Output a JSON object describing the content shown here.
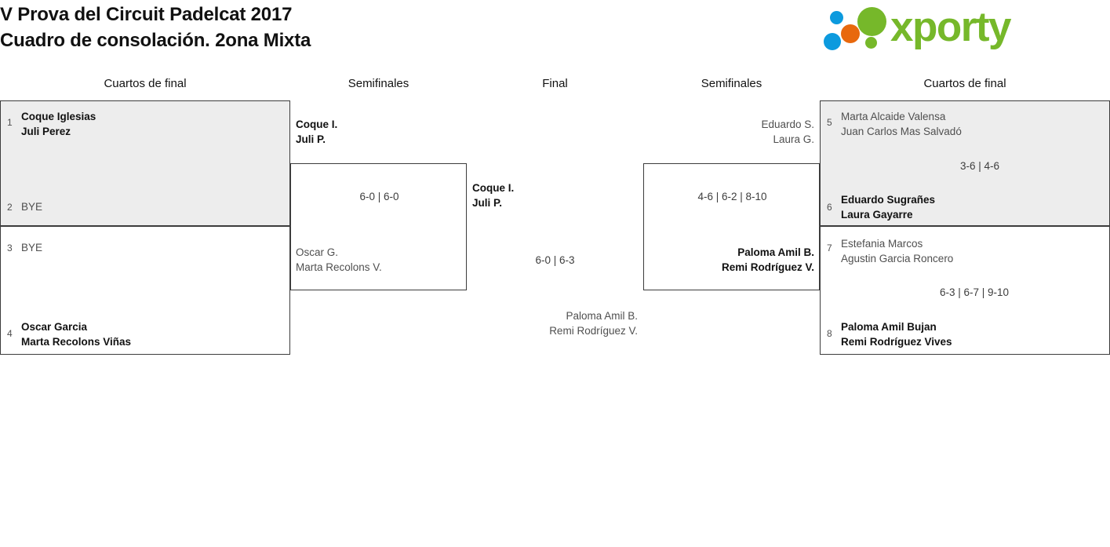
{
  "header": {
    "title_line1": "V Prova del Circuit Padelcat 2017",
    "title_line2": "Cuadro de consolación. 2ona Mixta",
    "logo_word": "xporty",
    "logo_colors": {
      "green": "#76b82a",
      "blue": "#0c9ade",
      "orange": "#e8680d"
    }
  },
  "round_headings": {
    "qf_left": "Cuartos de final",
    "sf_left": "Semifinales",
    "final": "Final",
    "sf_right": "Semifinales",
    "qf_right": "Cuartos de final"
  },
  "bracket": {
    "qf_left": [
      {
        "shaded": true,
        "top": {
          "seed": "1",
          "player1": "Coque Iglesias",
          "player2": "Juli Perez",
          "result": "win"
        },
        "bottom": {
          "seed": "2",
          "player1": "BYE",
          "player2": "",
          "result": "lose"
        },
        "score": ""
      },
      {
        "shaded": false,
        "top": {
          "seed": "3",
          "player1": "BYE",
          "player2": "",
          "result": "lose"
        },
        "bottom": {
          "seed": "4",
          "player1": "Oscar Garcia",
          "player2": "Marta Recolons Viñas",
          "result": "win"
        },
        "score": ""
      }
    ],
    "sf_left": {
      "top": {
        "player1": "Coque I.",
        "player2": "Juli P.",
        "result": "win"
      },
      "bottom": {
        "player1": "Oscar G.",
        "player2": "Marta Recolons V.",
        "result": "lose"
      },
      "score": "6-0 | 6-0"
    },
    "final": {
      "top": {
        "player1": "Coque I.",
        "player2": "Juli P.",
        "result": "win"
      },
      "bottom": {
        "player1": "Paloma Amil B.",
        "player2": "Remi Rodríguez V.",
        "result": "lose"
      },
      "score": "6-0 | 6-3"
    },
    "sf_right": {
      "top": {
        "player1": "Eduardo S.",
        "player2": "Laura G.",
        "result": "lose"
      },
      "bottom": {
        "player1": "Paloma Amil B.",
        "player2": "Remi Rodríguez V.",
        "result": "win"
      },
      "score": "4-6 | 6-2 | 8-10"
    },
    "qf_right": [
      {
        "shaded": true,
        "top": {
          "seed": "5",
          "player1": "Marta Alcaide Valensa",
          "player2": "Juan Carlos Mas Salvadó",
          "result": "lose"
        },
        "bottom": {
          "seed": "6",
          "player1": "Eduardo Sugrañes",
          "player2": "Laura Gayarre",
          "result": "win"
        },
        "score": "3-6 | 4-6"
      },
      {
        "shaded": false,
        "top": {
          "seed": "7",
          "player1": "Estefania Marcos",
          "player2": "Agustin Garcia Roncero",
          "result": "lose"
        },
        "bottom": {
          "seed": "8",
          "player1": "Paloma Amil Bujan",
          "player2": "Remi Rodríguez Vives",
          "result": "win"
        },
        "score": "6-3 | 6-7 | 9-10"
      }
    ]
  }
}
